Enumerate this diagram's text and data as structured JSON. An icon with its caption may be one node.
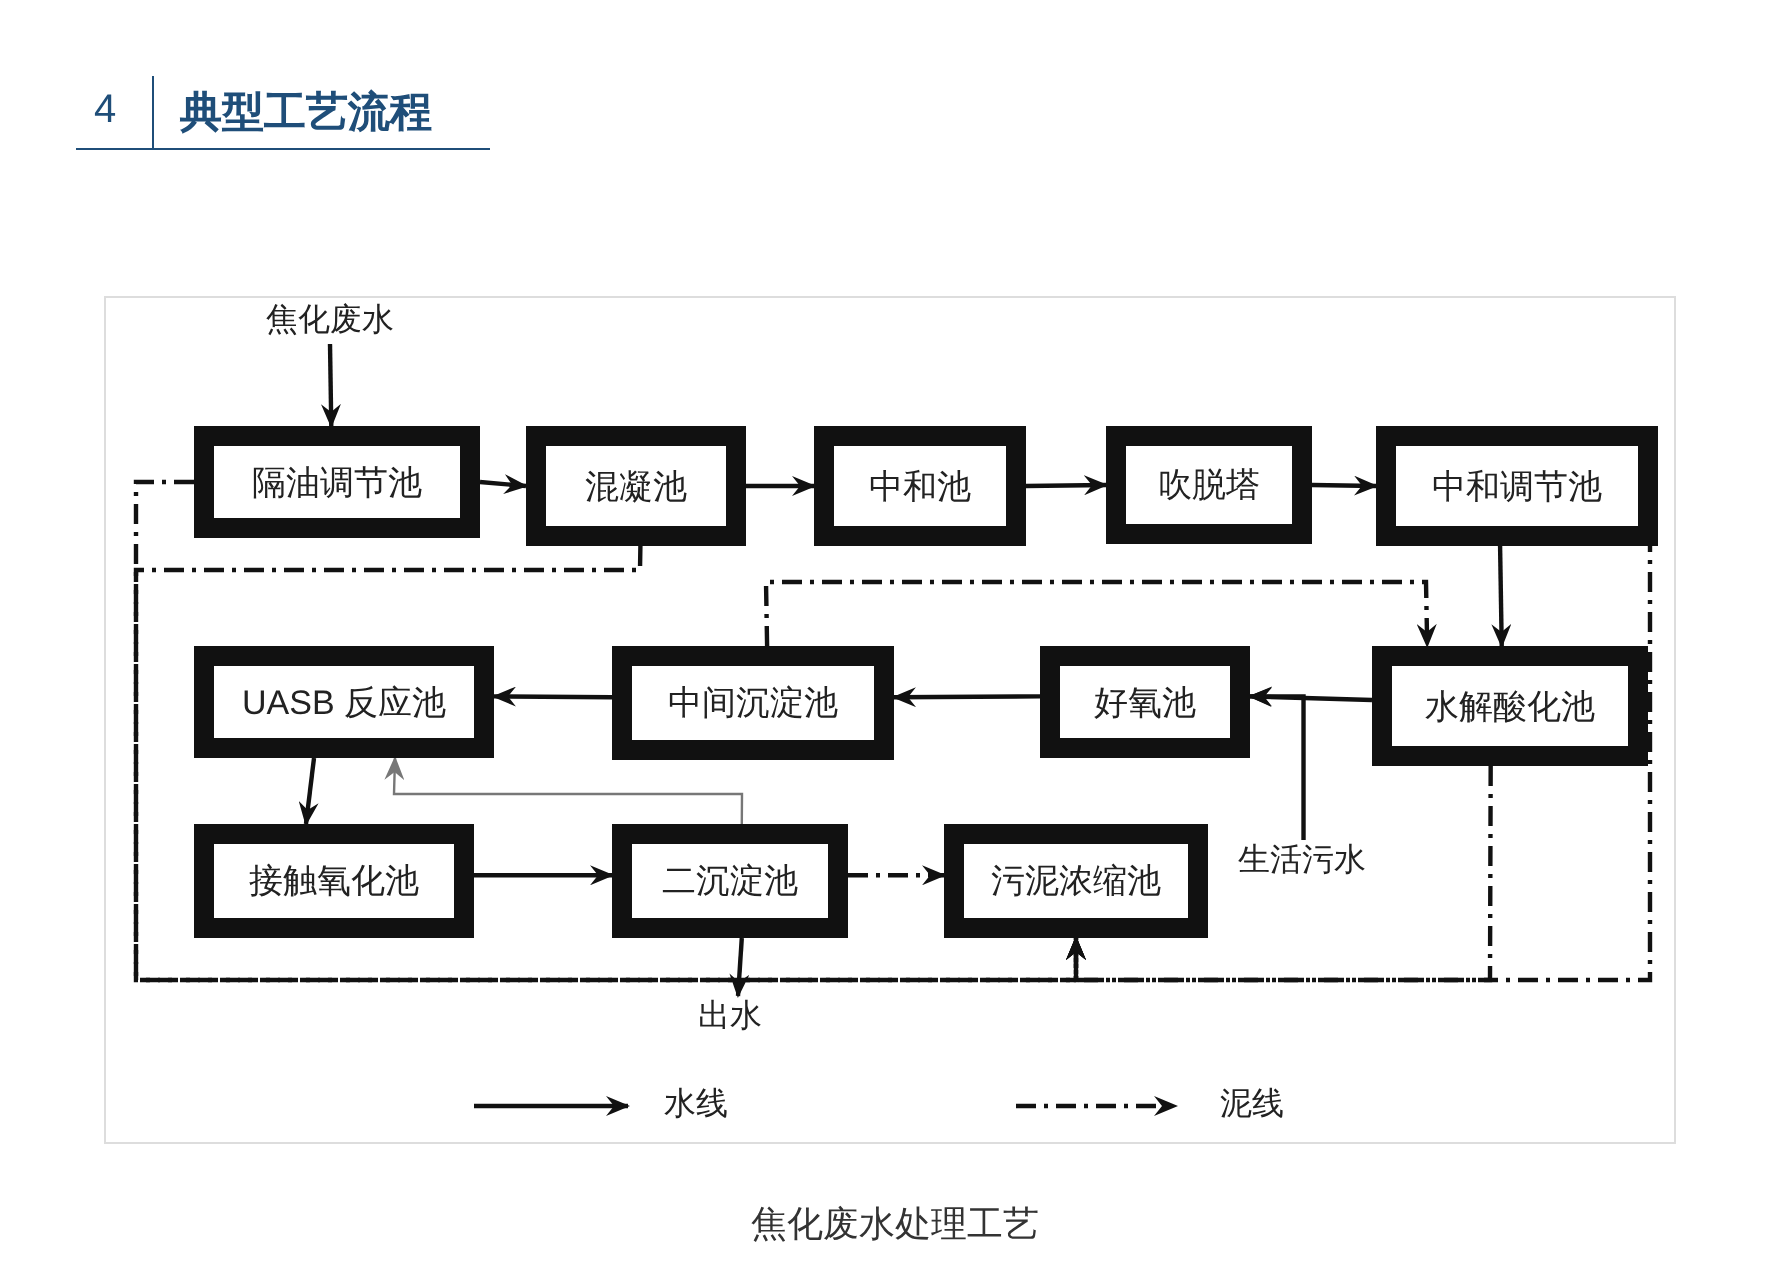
{
  "diagram": {
    "title": "典型工艺流程",
    "caption": "焦化废水处理工艺",
    "labels": [
      "4"
    ],
    "nodes": [
      {
        "text": [
          "焦化废水"
        ]
      },
      {
        "text": [
          "隔油调节池"
        ]
      },
      {
        "text": [
          "混凝池"
        ]
      },
      {
        "text": [
          "中和池"
        ]
      },
      {
        "text": [
          "吹脱塔"
        ]
      },
      {
        "text": [
          "中和调节池"
        ]
      },
      {
        "text": [
          "UASB 反应池"
        ]
      },
      {
        "text": [
          "中间沉淀池"
        ]
      },
      {
        "text": [
          "好氧池"
        ]
      },
      {
        "text": [
          "水解酸化池"
        ]
      },
      {
        "text": [
          "接触氧化池"
        ]
      },
      {
        "text": [
          "二沉淀池"
        ]
      },
      {
        "text": [
          "污泥浓缩池"
        ]
      },
      {
        "text": [
          "生活污水"
        ]
      },
      {
        "text": [
          "出水"
        ]
      }
    ],
    "edges": [
      {
        "from": 0,
        "to": 1,
        "arrow": "to"
      },
      {
        "from": 1,
        "to": 2,
        "arrow": "to"
      },
      {
        "from": 2,
        "to": 3,
        "arrow": "to"
      },
      {
        "from": 3,
        "to": 4,
        "arrow": "to"
      },
      {
        "from": 4,
        "to": 5,
        "arrow": "to"
      },
      {
        "from": 5,
        "to": 9,
        "arrow": "to"
      },
      {
        "from": 9,
        "to": 8,
        "arrow": "to"
      },
      {
        "from": 13,
        "to": 8,
        "arrow": "to"
      },
      {
        "from": 8,
        "to": 7,
        "arrow": "to"
      },
      {
        "from": 7,
        "to": 6,
        "arrow": "to"
      },
      {
        "from": 6,
        "to": 10,
        "arrow": "to"
      },
      {
        "from": 10,
        "to": 11,
        "arrow": "to"
      },
      {
        "from": 11,
        "to": 14,
        "arrow": "to"
      },
      {
        "from": 11,
        "to": 6,
        "arrow": "to",
        "color": "#777777"
      },
      {
        "from": 11,
        "to": 12,
        "arrow": "to",
        "style": "dashed"
      },
      {
        "from": 7,
        "to": 9,
        "arrow": "to",
        "style": "dashed"
      },
      {
        "from": 1,
        "to": 12,
        "arrow": "to",
        "style": "dashed"
      },
      {
        "from": 2,
        "to": 12,
        "arrow": "to",
        "style": "dashed"
      },
      {
        "from": 9,
        "to": 12,
        "arrow": "to",
        "style": "dashed"
      },
      {
        "from": 5,
        "to": 12,
        "arrow": "to",
        "style": "dashed"
      }
    ],
    "legend": [
      {
        "text": "水线"
      },
      {
        "text": "泥线"
      }
    ]
  }
}
